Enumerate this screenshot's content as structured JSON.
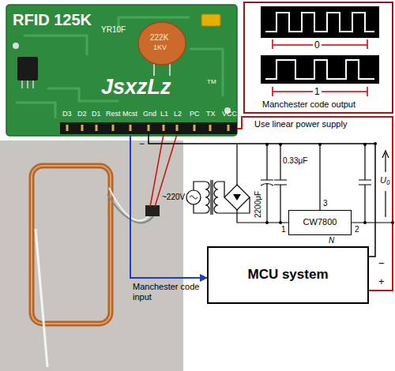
{
  "diagram": {
    "nodes": [
      {
        "text": [
          "RFID 125K",
          "JsxzLz"
        ]
      },
      {
        "text": [
          "0",
          "1",
          "Manchester code output"
        ]
      },
      {
        "text": [
          "CW7800"
        ]
      },
      {
        "text": [
          "MCU system"
        ]
      }
    ],
    "edges": [
      {
        "from": 0,
        "to": 3,
        "arrow": "to",
        "label": "Manchester code input"
      }
    ],
    "labels": [
      "YR10F",
      "222K",
      "1KV",
      "TM",
      "D3",
      "D2",
      "D1",
      "Rest",
      "Mcst",
      "Gnd",
      "L1",
      "L2",
      "PC",
      "TX",
      "VCC",
      "Use linear power supply",
      "−",
      "~220V",
      "2200μF",
      "0.33μF",
      "3",
      "1",
      "2",
      "N",
      "U₀",
      "−",
      "+"
    ]
  }
}
